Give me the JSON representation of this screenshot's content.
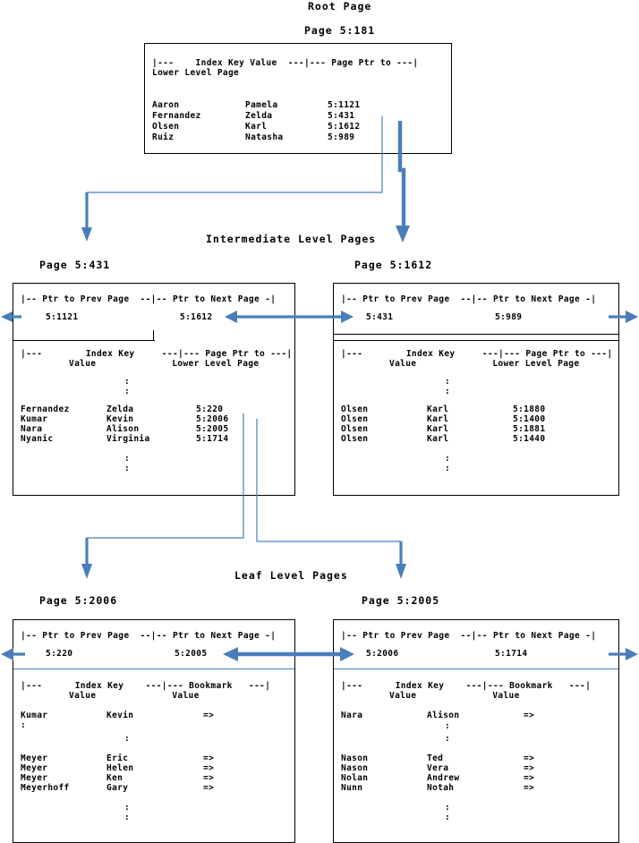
{
  "diagram": {
    "level_labels": {
      "root": "Root Page",
      "intermediate": "Intermediate Level Pages",
      "leaf": "Leaf Level Pages"
    },
    "accent_color": "#4a7ebb",
    "text_color": "#000000"
  },
  "root_page": {
    "title": "Page 5:181",
    "header_line1": "|---    Index Key Value  ---|--- Page Ptr to ---|",
    "header_line2": "Lower Level Page",
    "rows": [
      {
        "last": "Aaron",
        "first": "Pamela",
        "ptr": "5:1121"
      },
      {
        "last": "Fernandez",
        "first": "Zelda",
        "ptr": "5:431"
      },
      {
        "last": "Olsen",
        "first": "Karl",
        "ptr": "5:1612"
      },
      {
        "last": "Ruiz",
        "first": "Natasha",
        "ptr": "5:989"
      }
    ]
  },
  "intermediate_pages": [
    {
      "title": "Page 5:431",
      "ptr_header": "|-- Ptr to Prev Page  --|-- Ptr to Next Page -|",
      "prev_ptr": "5:1121",
      "next_ptr": "5:1612",
      "index_header_line1": "|---        Index Key     ---|--- Page Ptr to ---|",
      "index_header_line2": "Value              Lower Level Page",
      "ellipsis_top": [
        ":",
        ":"
      ],
      "rows": [
        {
          "last": "Fernandez",
          "first": "Zelda",
          "ptr": "5:220"
        },
        {
          "last": "Kumar",
          "first": "Kevin",
          "ptr": "5:2006"
        },
        {
          "last": "Nara",
          "first": "Alison",
          "ptr": "5:2005"
        },
        {
          "last": "Nyanic",
          "first": "Virginia",
          "ptr": "5:1714"
        }
      ],
      "ellipsis_bottom": [
        ":",
        ":"
      ]
    },
    {
      "title": "Page 5:1612",
      "ptr_header": "|-- Ptr to Prev Page  --|-- Ptr to Next Page -|",
      "prev_ptr": "5:431",
      "next_ptr": "5:989",
      "index_header_line1": "|---        Index Key     ---|--- Page Ptr to ---|",
      "index_header_line2": "Value              Lower Level Page",
      "ellipsis_top": [
        ":",
        ":"
      ],
      "rows": [
        {
          "last": "Olsen",
          "first": "Karl",
          "ptr": "5:1880"
        },
        {
          "last": "Olsen",
          "first": "Karl",
          "ptr": "5:1400"
        },
        {
          "last": "Olsen",
          "first": "Karl",
          "ptr": "5:1881"
        },
        {
          "last": "Olsen",
          "first": "Karl",
          "ptr": "5:1440"
        }
      ],
      "ellipsis_bottom": [
        ":",
        ":"
      ]
    }
  ],
  "leaf_pages": [
    {
      "title": "Page 5:2006",
      "ptr_header": "|-- Ptr to Prev Page  --|-- Ptr to Next Page -|",
      "prev_ptr": "5:220",
      "next_ptr": "5:2005",
      "index_header_line1": "|---      Index Key    ---|--- Bookmark   ---|",
      "index_header_line2": "Value              Value",
      "first_row": {
        "last": "Kumar",
        "first": "Kevin",
        "bookmark": "=>"
      },
      "ellipsis_after_first": [
        ":",
        ":"
      ],
      "rows": [
        {
          "last": "Meyer",
          "first": "Eric",
          "bookmark": "=>"
        },
        {
          "last": "Meyer",
          "first": "Helen",
          "bookmark": "=>"
        },
        {
          "last": "Meyer",
          "first": "Ken",
          "bookmark": "=>"
        },
        {
          "last": "Meyerhoff",
          "first": "Gary",
          "bookmark": "=>"
        }
      ],
      "ellipsis_bottom": [
        ":",
        ":"
      ]
    },
    {
      "title": "Page 5:2005",
      "ptr_header": "|-- Ptr to Prev Page  --|-- Ptr to Next Page -|",
      "prev_ptr": "5:2006",
      "next_ptr": "5:1714",
      "index_header_line1": "|---      Index Key    ---|--- Bookmark   ---|",
      "index_header_line2": "Value              Value",
      "first_row": {
        "last": "Nara",
        "first": "Alison",
        "bookmark": "=>"
      },
      "ellipsis_after_first": [
        ":",
        ":"
      ],
      "rows": [
        {
          "last": "Nason",
          "first": "Ted",
          "bookmark": "=>"
        },
        {
          "last": "Nason",
          "first": "Vera",
          "bookmark": "=>"
        },
        {
          "last": "Nolan",
          "first": "Andrew",
          "bookmark": "=>"
        },
        {
          "last": "Nunn",
          "first": "Notah",
          "bookmark": "=>"
        }
      ],
      "ellipsis_bottom": [
        ":",
        ":"
      ]
    }
  ]
}
